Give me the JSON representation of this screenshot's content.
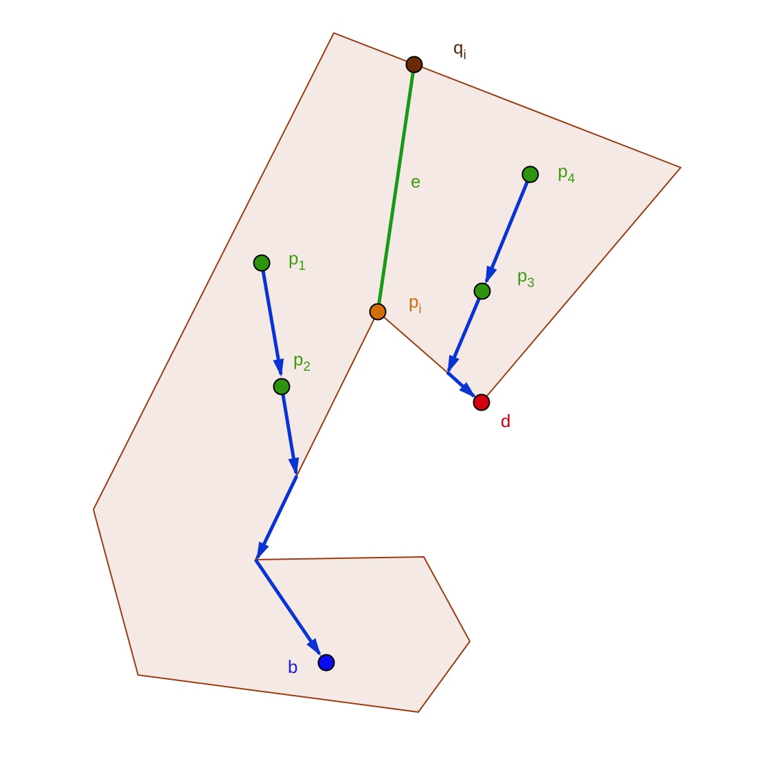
{
  "colors": {
    "polygon_fill": "#f4e9e5",
    "polygon_stroke": "#9a3a10",
    "segment_e": "#1a9a14",
    "path": "#0a34d2",
    "point_green": "#2e9410",
    "point_q": "#6b2a05",
    "point_p": "#d36f0b",
    "point_d": "#d40012",
    "point_b": "#0a0aee",
    "label_green": "#3d9b0c",
    "label_q": "#5a2405",
    "label_p": "#c96a10",
    "label_d": "#c7000e",
    "label_b": "#1a1ad8"
  },
  "labels": {
    "q_i": {
      "base": "q",
      "sub": "i"
    },
    "e": {
      "base": "e"
    },
    "p_4": {
      "base": "p",
      "sub": "4"
    },
    "p_1": {
      "base": "p",
      "sub": "1"
    },
    "p_3": {
      "base": "p",
      "sub": "3"
    },
    "p_i": {
      "base": "p",
      "sub": "i"
    },
    "p_2": {
      "base": "p",
      "sub": "2"
    },
    "d": {
      "base": "d"
    },
    "b": {
      "base": "b"
    }
  }
}
